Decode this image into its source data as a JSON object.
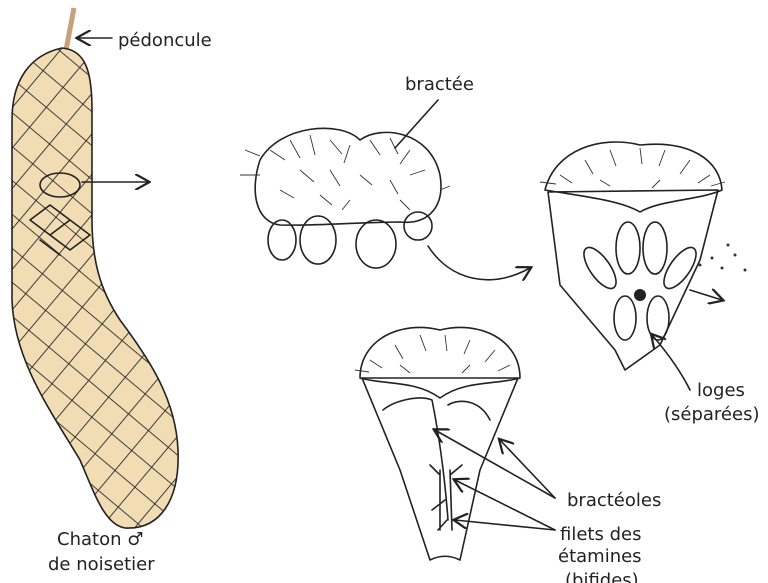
{
  "labels": {
    "peduncle": "pédoncule",
    "bract": "bractée",
    "locules_1": "loges",
    "locules_2": "(séparées)",
    "bracteoles": "bractéoles",
    "filaments_1": "filets des",
    "filaments_2": "étamines",
    "filaments_3": "(bifides)",
    "catkin_1": "Chaton ♂",
    "catkin_2": "de noisetier"
  },
  "colors": {
    "catkin_fill": "#f1dcb4",
    "ink": "#222222"
  }
}
